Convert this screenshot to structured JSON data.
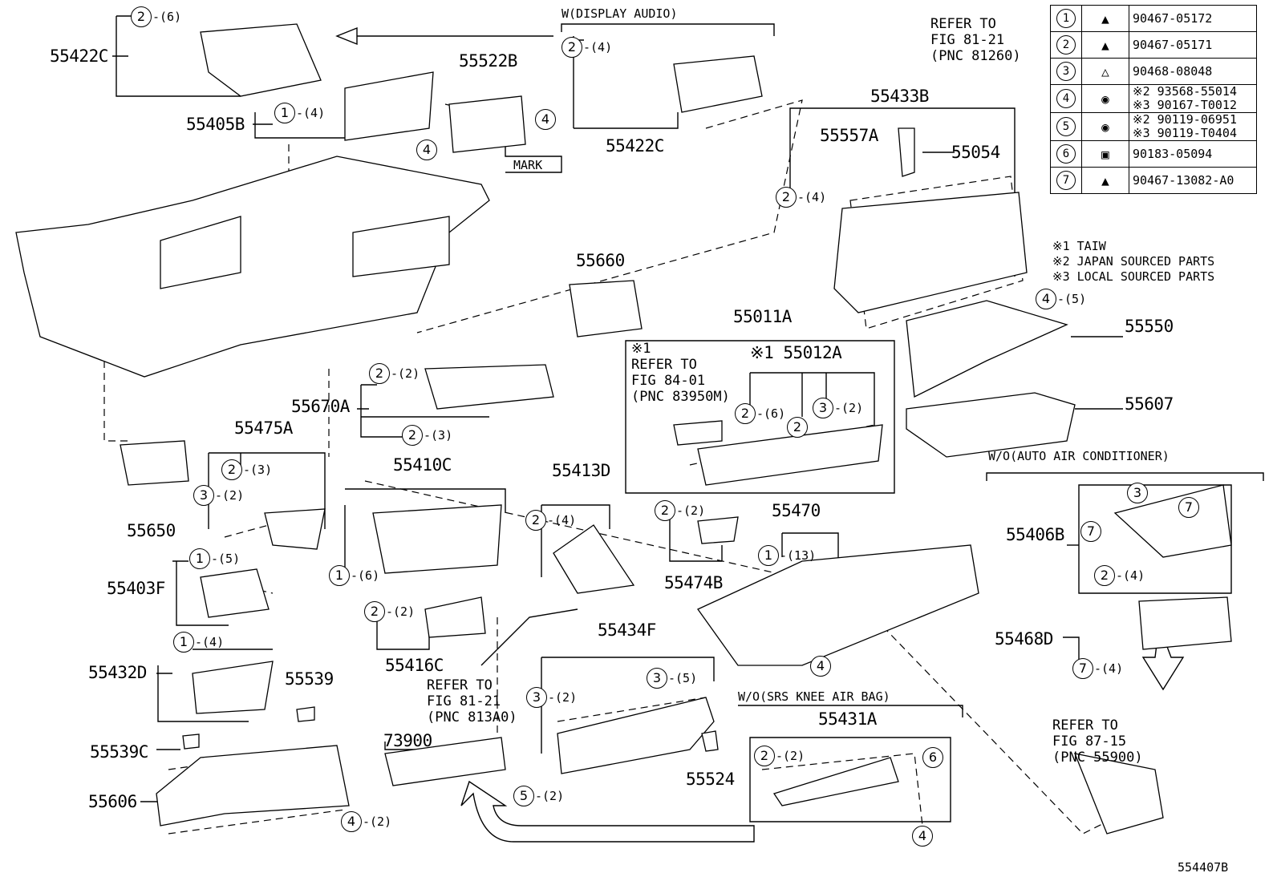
{
  "parts": {
    "p55422C_top": "55422C",
    "p55405B": "55405B",
    "p55522B": "55522B",
    "p55422C_da": "55422C",
    "p55433B": "55433B",
    "p55557A": "55557A",
    "p55054": "55054",
    "p55660": "55660",
    "p55011A": "55011A",
    "p55012A": "※1 55012A",
    "p55550": "55550",
    "p55607": "55607",
    "p55670A": "55670A",
    "p55475A": "55475A",
    "p55410C": "55410C",
    "p55413D": "55413D",
    "p55650": "55650",
    "p55403F": "55403F",
    "p55470": "55470",
    "p55474B": "55474B",
    "p55406B": "55406B",
    "p55468D": "55468D",
    "p55416C": "55416C",
    "p55434F": "55434F",
    "p55432D": "55432D",
    "p55539": "55539",
    "p55539C": "55539C",
    "p55431A": "55431A",
    "p73900": "73900",
    "p55524": "55524",
    "p55606": "55606"
  },
  "notes": {
    "display_audio": "W(DISPLAY AUDIO)",
    "mark": "MARK",
    "ref_81260": [
      "REFER TO",
      "FIG 81-21",
      "(PNC 81260)"
    ],
    "ref_83950": [
      "※1",
      "REFER TO",
      "FIG 84-01",
      "(PNC 83950M)"
    ],
    "ref_813A0": [
      "REFER TO",
      "FIG 81-21",
      "(PNC 813A0)"
    ],
    "ref_55900": [
      "REFER TO",
      "FIG 87-15",
      "(PNC 55900)"
    ],
    "wo_auto_air": "W/O(AUTO AIR CONDITIONER)",
    "wo_srs": "W/O(SRS KNEE AIR BAG)",
    "footnotes": [
      "※1 TAIW",
      "※2 JAPAN SOURCED PARTS",
      "※3 LOCAL SOURCED PARTS"
    ],
    "figure_id": "554407B"
  },
  "fasteners": [
    {
      "num": "1",
      "icon": "clip-icon",
      "part": "90467-05172"
    },
    {
      "num": "2",
      "icon": "clip-icon",
      "part": "90467-05171"
    },
    {
      "num": "3",
      "icon": "clip-icon",
      "part": "90468-08048"
    },
    {
      "num": "4",
      "icon": "screw-icon",
      "part": "※2 93568-55014\n※3 90167-T0012"
    },
    {
      "num": "5",
      "icon": "bolt-icon",
      "part": "※2 90119-06951\n※3 90119-T0404"
    },
    {
      "num": "6",
      "icon": "nut-clip-icon",
      "part": "90183-05094"
    },
    {
      "num": "7",
      "icon": "clip-icon",
      "part": "90467-13082-A0"
    }
  ],
  "callouts": {
    "c1": "2",
    "q1": "-(6)",
    "c2": "1",
    "q2": "-(4)",
    "c3": "4",
    "c4": "4",
    "c5": "2",
    "q5": "-(4)",
    "c6": "2",
    "q6": "-(4)",
    "c7": "4",
    "q7": "-(5)",
    "c8": "2",
    "q8": "-(2)",
    "c9": "2",
    "q9": "-(3)",
    "c10": "2",
    "q10": "-(3)",
    "c11": "3",
    "q11": "-(2)",
    "c12": "2",
    "q12": "-(6)",
    "c13": "2",
    "c14": "3",
    "q14": "-(2)",
    "c15": "1",
    "q15": "-(6)",
    "c16": "2",
    "q16": "-(4)",
    "c17": "1",
    "q17": "-(5)",
    "c18": "2",
    "q18": "-(2)",
    "c19": "1",
    "q19": "-(13)",
    "c20": "3",
    "c21": "7",
    "c22": "7",
    "c23": "2",
    "q23": "-(4)",
    "c24": "7",
    "q24": "-(4)",
    "c25": "2",
    "q25": "-(2)",
    "c26": "4",
    "c27": "1",
    "q27": "-(4)",
    "c28": "3",
    "q28": "-(2)",
    "c29": "3",
    "q29": "-(5)",
    "c30": "2",
    "q30": "-(2)",
    "c31": "6",
    "c32": "5",
    "q32": "-(2)",
    "c33": "4",
    "c34": "4",
    "q34": "-(2)"
  }
}
